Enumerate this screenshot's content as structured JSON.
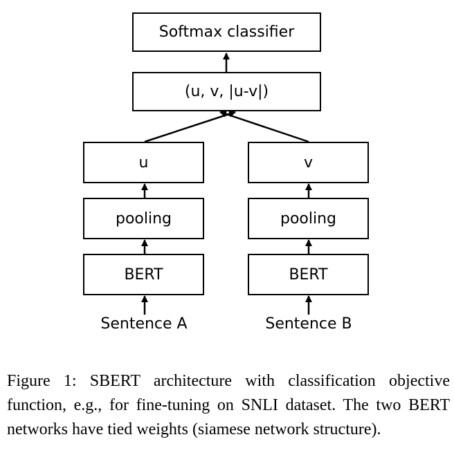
{
  "diagram": {
    "softmax": "Softmax classifier",
    "concat": "(u, v, |u-v|)",
    "left": {
      "output": "u",
      "pooling": "pooling",
      "encoder": "BERT",
      "input": "Sentence A"
    },
    "right": {
      "output": "v",
      "pooling": "pooling",
      "encoder": "BERT",
      "input": "Sentence B"
    }
  },
  "caption": "Figure 1: SBERT architecture with classification objective function, e.g., for fine-tuning on SNLI dataset. The two BERT networks have tied weights (siamese network structure)."
}
